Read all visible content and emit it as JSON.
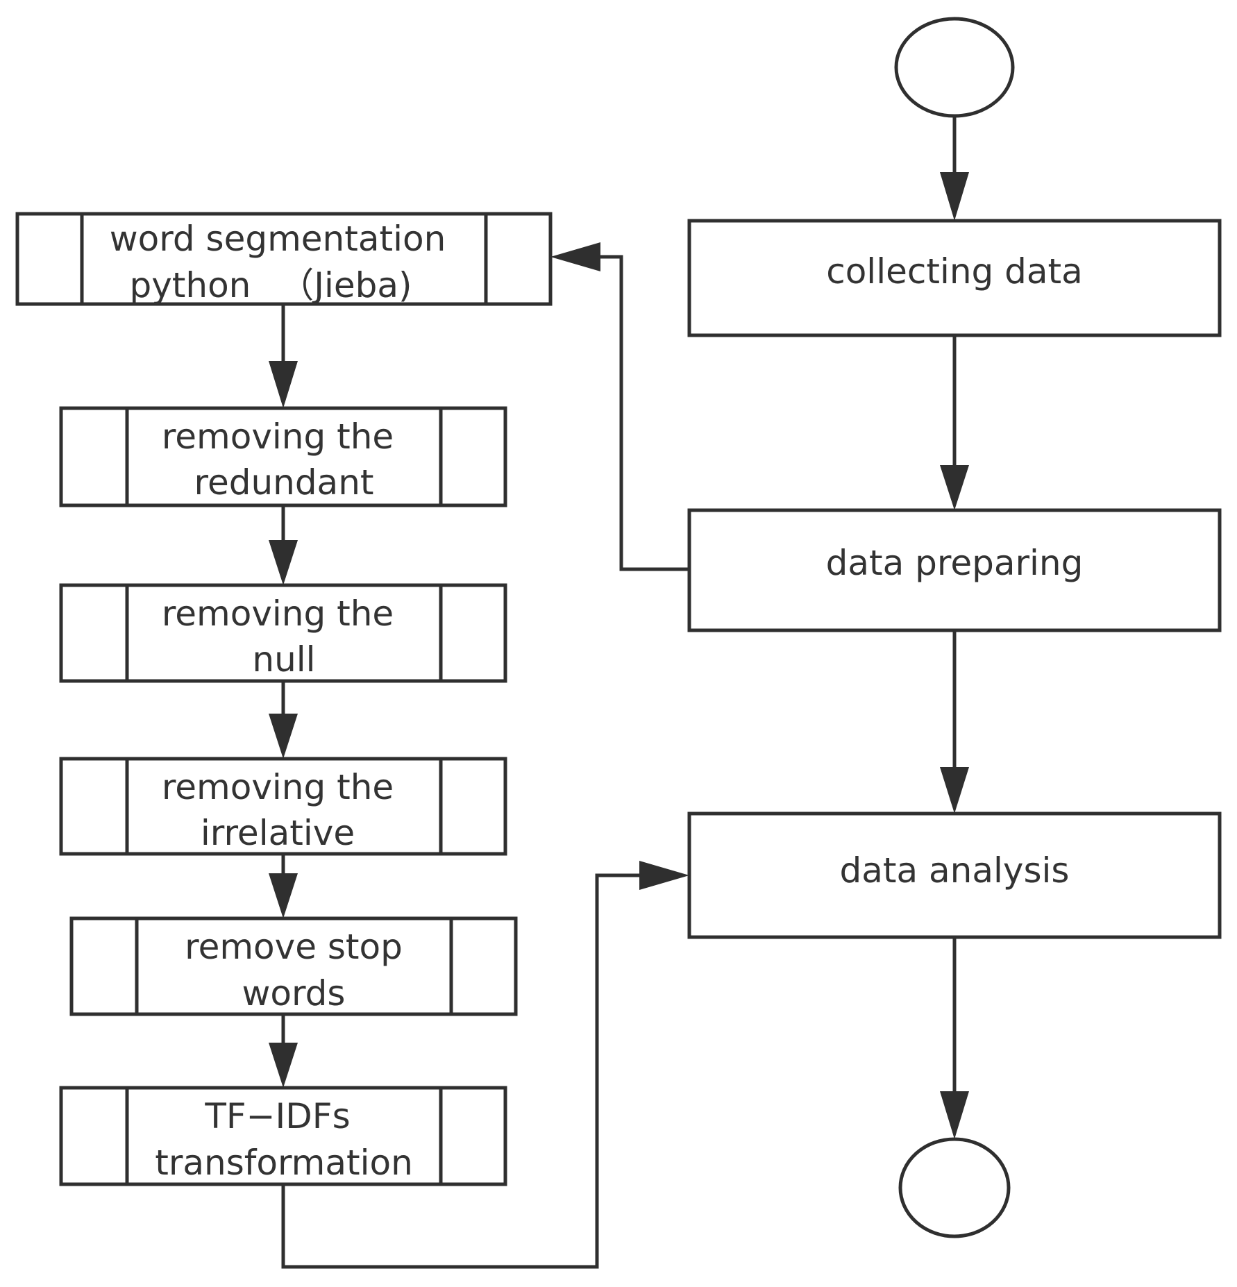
{
  "diagram": {
    "main_flow": {
      "collecting_data": "collecting data",
      "data_preparing": "data preparing",
      "data_analysis": "data analysis"
    },
    "sub_process": {
      "word_segmentation": [
        "word segmentation",
        "python 　（Jieba)"
      ],
      "removing_redundant": [
        "removing the",
        "redundant"
      ],
      "removing_null": [
        "removing the",
        "null"
      ],
      "removing_irrelative": [
        "removing the",
        "irrelative"
      ],
      "remove_stop_words": [
        "remove stop",
        "words"
      ],
      "tfidf": [
        "TF−IDFs",
        "transformation"
      ]
    }
  }
}
